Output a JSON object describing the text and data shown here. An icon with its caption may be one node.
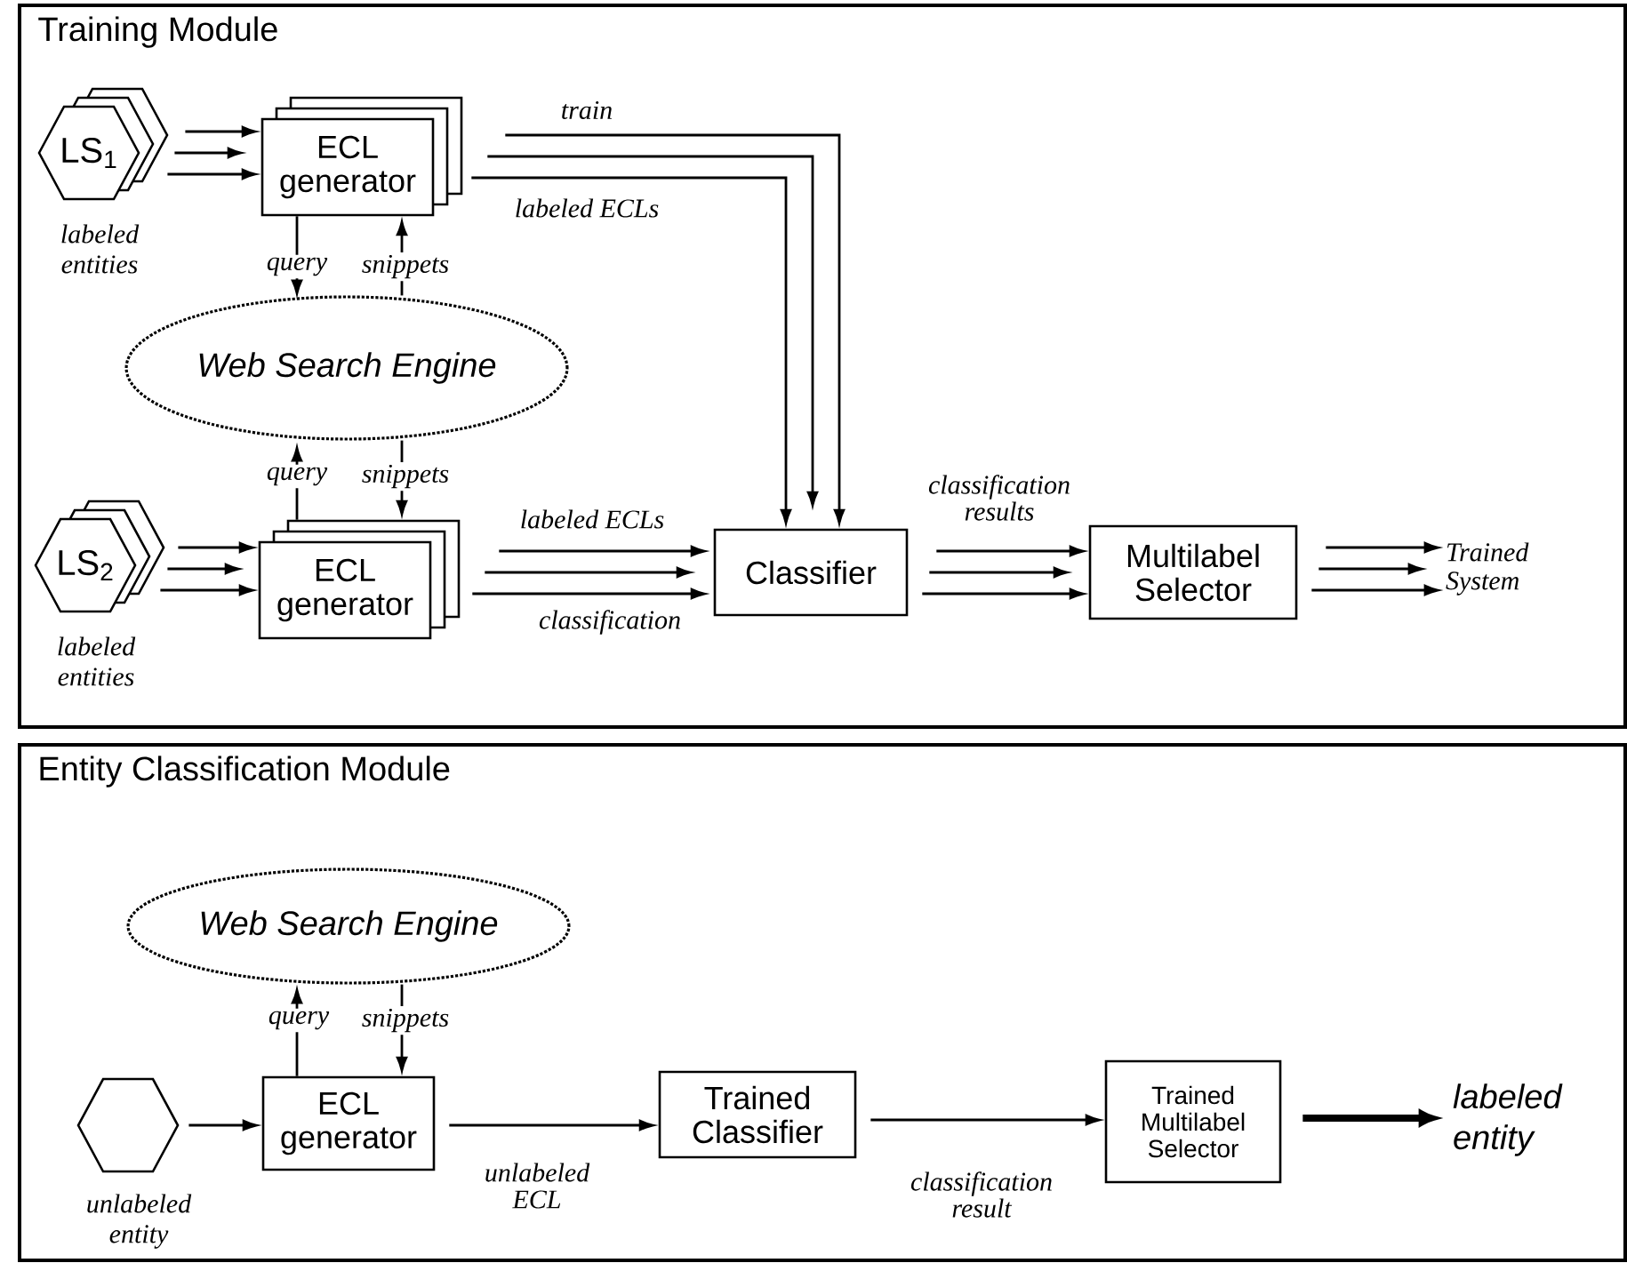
{
  "diagram": {
    "nodes": [
      {
        "text": [
          "Training Module"
        ]
      },
      {
        "text": [
          "LS$_{1}$"
        ],
        "beside": [
          "labeled entities"
        ],
        "in": 0
      },
      {
        "text": [
          "ECL generator"
        ],
        "in": 0
      },
      {
        "text": [
          "Web Search Engine"
        ],
        "in": 0
      },
      {
        "text": [
          "LS$_{2}$"
        ],
        "beside": [
          "labeled entities"
        ],
        "in": 0
      },
      {
        "text": [
          "ECL generator"
        ],
        "in": 0
      },
      {
        "text": [
          "Classifier"
        ],
        "in": 0
      },
      {
        "text": [
          "Multilabel Selector"
        ],
        "in": 0
      },
      {
        "text": [
          "Trained System"
        ],
        "in": 0
      },
      {
        "text": [
          "Entity Classification Module"
        ]
      },
      {
        "text": [],
        "shape": "hexagon",
        "beside": [
          "unlabeled entity"
        ],
        "in": 9
      },
      {
        "text": [
          "Web Search Engine"
        ],
        "in": 9
      },
      {
        "text": [
          "ECL generator"
        ],
        "in": 9
      },
      {
        "text": [
          "Trained Classifier"
        ],
        "in": 9
      },
      {
        "text": [
          "Trained Multilabel Selector"
        ],
        "in": 9
      },
      {
        "text": [
          "labeled entity"
        ],
        "in": 9
      }
    ],
    "edges": [
      {
        "from": 1,
        "to": 2,
        "arrow": "to"
      },
      {
        "from": 1,
        "to": 2,
        "arrow": "to"
      },
      {
        "from": 1,
        "to": 2,
        "arrow": "to"
      },
      {
        "from": 2,
        "to": 3,
        "arrow": "to",
        "label": "query"
      },
      {
        "from": 3,
        "to": 2,
        "arrow": "to",
        "label": "snippets"
      },
      {
        "from": 5,
        "to": 3,
        "arrow": "to",
        "label": "query"
      },
      {
        "from": 3,
        "to": 5,
        "arrow": "to",
        "label": "snippets"
      },
      {
        "from": 4,
        "to": 5,
        "arrow": "to"
      },
      {
        "from": 4,
        "to": 5,
        "arrow": "to"
      },
      {
        "from": 4,
        "to": 5,
        "arrow": "to"
      },
      {
        "from": 2,
        "to": 6,
        "arrow": "to",
        "label": "train"
      },
      {
        "from": 2,
        "to": 6,
        "arrow": "to"
      },
      {
        "from": 2,
        "to": 6,
        "arrow": "to",
        "label": "labeled ECLs"
      },
      {
        "from": 5,
        "to": 6,
        "arrow": "to",
        "label": "labeled ECLs"
      },
      {
        "from": 5,
        "to": 6,
        "arrow": "to"
      },
      {
        "from": 5,
        "to": 6,
        "arrow": "to",
        "label": "classification"
      },
      {
        "from": 6,
        "to": 7,
        "arrow": "to",
        "label": "classification results"
      },
      {
        "from": 6,
        "to": 7,
        "arrow": "to"
      },
      {
        "from": 6,
        "to": 7,
        "arrow": "to"
      },
      {
        "from": 7,
        "to": 8,
        "arrow": "to"
      },
      {
        "from": 7,
        "to": 8,
        "arrow": "to"
      },
      {
        "from": 7,
        "to": 8,
        "arrow": "to"
      },
      {
        "from": 10,
        "to": 12,
        "arrow": "to"
      },
      {
        "from": 12,
        "to": 11,
        "arrow": "to",
        "label": "query"
      },
      {
        "from": 11,
        "to": 12,
        "arrow": "to",
        "label": "snippets"
      },
      {
        "from": 12,
        "to": 13,
        "arrow": "to",
        "label": "unlabeled ECL"
      },
      {
        "from": 13,
        "to": 14,
        "arrow": "to",
        "label": "classification result"
      },
      {
        "from": 14,
        "to": 15,
        "arrow": "to",
        "style": "thick"
      }
    ]
  }
}
